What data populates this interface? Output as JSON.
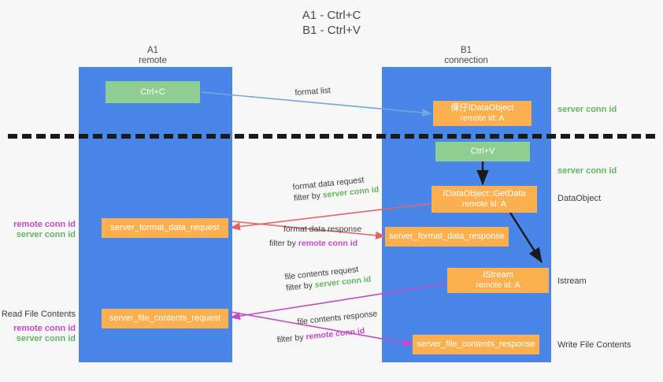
{
  "title": {
    "line1": "A1 - Ctrl+C",
    "line2": "B1 - Ctrl+V"
  },
  "lanes": [
    {
      "id": "A1",
      "name": "A1",
      "subtitle": "remote",
      "color": "#4a86e8"
    },
    {
      "id": "B1",
      "name": "B1",
      "subtitle": "connection",
      "color": "#4a86e8"
    }
  ],
  "colors": {
    "lane": "#4a86e8",
    "green_node": "#8fce92",
    "orange_node": "#fcaf4f",
    "server_conn_id": "#62b563",
    "remote_conn_id": "#c34ac3",
    "edge_blue": "#6fa8dc",
    "edge_red": "#e06666",
    "edge_purple": "#c34ac3",
    "edge_dark": "#1a1a1a",
    "background": "#f7f7f7"
  },
  "nodes": [
    {
      "key": "ctrl_c",
      "line1": "Ctrl+C",
      "line2": ""
    },
    {
      "key": "idataobject_clip",
      "line1": "倮仔IDataObject",
      "line2": "remote id: A"
    },
    {
      "key": "ctrl_v",
      "line1": "Ctrl+V",
      "line2": ""
    },
    {
      "key": "idataobject_getdata",
      "line1": "IDataObject::GetData",
      "line2": "remote id: A"
    },
    {
      "key": "server_format_data_request",
      "line1": "server_format_data_request",
      "line2": ""
    },
    {
      "key": "server_format_data_response",
      "line1": "server_format_data_response",
      "line2": ""
    },
    {
      "key": "istream",
      "line1": "IStream",
      "line2": "remote id: A"
    },
    {
      "key": "server_file_contents_request",
      "line1": "server_file_contents_request",
      "line2": ""
    },
    {
      "key": "server_file_contents_response",
      "line1": "server_file_contents_response",
      "line2": ""
    }
  ],
  "edge_labels": [
    {
      "key": "format_list",
      "text": "format list",
      "filter_prefix": "",
      "filter_value": "",
      "filter_kind": ""
    },
    {
      "key": "format_data_request",
      "text": "format data request",
      "filter_prefix": "filter by ",
      "filter_value": "server conn id",
      "filter_kind": "server"
    },
    {
      "key": "format_data_response",
      "text": "format data response",
      "filter_prefix": "filter by ",
      "filter_value": "remote conn id",
      "filter_kind": "remote"
    },
    {
      "key": "file_contents_request",
      "text": "file contents request",
      "filter_prefix": "filter by ",
      "filter_value": "server conn id",
      "filter_kind": "server"
    },
    {
      "key": "file_contents_response",
      "text": "file contents response",
      "filter_prefix": "filter by ",
      "filter_value": "remote conn id",
      "filter_kind": "remote"
    }
  ],
  "annotations_right": [
    {
      "key": "server_conn_id_top",
      "text": "server conn id",
      "kind": "server"
    },
    {
      "key": "server_conn_id_mid",
      "text": "server conn id",
      "kind": "server"
    },
    {
      "key": "dataobject",
      "text": "DataObject",
      "kind": "plain"
    },
    {
      "key": "istream",
      "text": "Istream",
      "kind": "plain"
    },
    {
      "key": "write_file_contents",
      "text": "Write File Contents",
      "kind": "plain"
    }
  ],
  "annotations_left": [
    {
      "key": "format_remote_conn_id",
      "text": "remote conn id",
      "kind": "remote"
    },
    {
      "key": "format_server_conn_id",
      "text": "server conn id",
      "kind": "server"
    },
    {
      "key": "read_file_contents",
      "text": "Read File Contents",
      "kind": "plain"
    },
    {
      "key": "file_remote_conn_id",
      "text": "remote conn id",
      "kind": "remote"
    },
    {
      "key": "file_server_conn_id",
      "text": "server conn id",
      "kind": "server"
    }
  ]
}
